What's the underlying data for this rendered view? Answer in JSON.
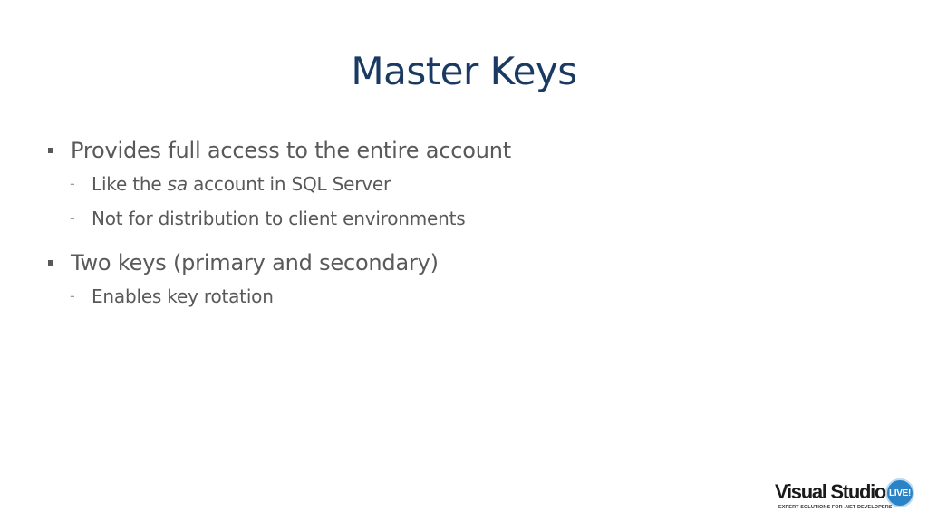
{
  "slide": {
    "title": "Master Keys",
    "bullets": [
      {
        "text": "Provides full access to the entire account",
        "sub": [
          {
            "before": "Like the ",
            "italic": "sa",
            "after": " account in SQL Server"
          },
          {
            "before": "Not for distribution to client environments",
            "italic": "",
            "after": ""
          }
        ]
      },
      {
        "text": "Two keys (primary and secondary)",
        "sub": [
          {
            "before": "Enables key rotation",
            "italic": "",
            "after": ""
          }
        ]
      }
    ],
    "sub_marker": "-"
  },
  "logo": {
    "wordmark": "Visual Studio",
    "badge": "LIVE!",
    "tagline": "EXPERT SOLUTIONS FOR .NET DEVELOPERS",
    "badge_color": "#2a83c6"
  },
  "colors": {
    "title": "#1b3a63",
    "body": "#595959"
  }
}
